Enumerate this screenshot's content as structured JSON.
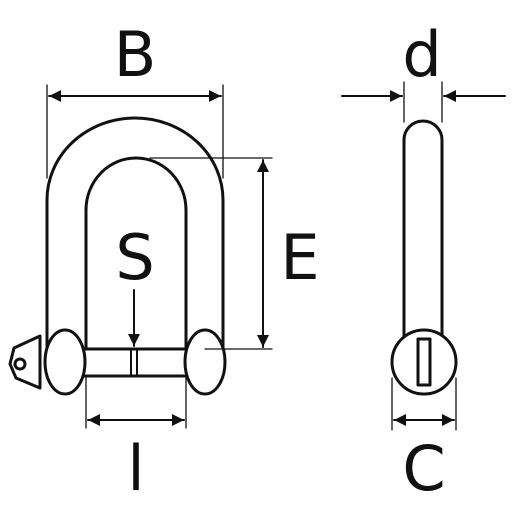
{
  "labels": {
    "B": "B",
    "d": "d",
    "S": "S",
    "E": "E",
    "l": "l",
    "C": "C"
  },
  "colors": {
    "stroke": "#111111",
    "background": "#ffffff"
  },
  "icons": {
    "front_view": "d-shackle-front-view",
    "side_view": "d-shackle-side-view"
  }
}
